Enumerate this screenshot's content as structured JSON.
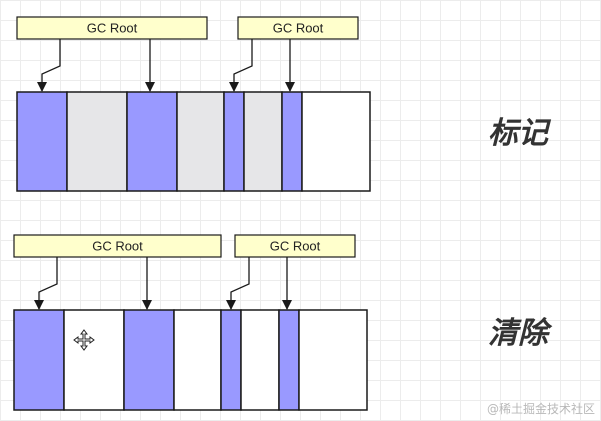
{
  "colors": {
    "live": "#9999ff",
    "garbage": "#e6e6e8",
    "free": "#ffffff",
    "root_fill": "#ffffcc",
    "stroke": "#1a1a1a"
  },
  "phases": [
    {
      "label": "标记",
      "roots": [
        {
          "label": "GC Root",
          "targets": [
            0,
            2
          ]
        },
        {
          "label": "GC Root",
          "targets": [
            4,
            6
          ]
        }
      ],
      "cells": [
        {
          "state": "live",
          "size": 50
        },
        {
          "state": "garbage",
          "size": 60
        },
        {
          "state": "live",
          "size": 50
        },
        {
          "state": "garbage",
          "size": 47
        },
        {
          "state": "live",
          "size": 20
        },
        {
          "state": "garbage",
          "size": 38
        },
        {
          "state": "live",
          "size": 20
        },
        {
          "state": "free",
          "size": 68
        }
      ]
    },
    {
      "label": "清除",
      "roots": [
        {
          "label": "GC Root",
          "targets": [
            0,
            2
          ]
        },
        {
          "label": "GC Root",
          "targets": [
            4,
            6
          ]
        }
      ],
      "cells": [
        {
          "state": "live",
          "size": 50
        },
        {
          "state": "free",
          "size": 60
        },
        {
          "state": "live",
          "size": 50
        },
        {
          "state": "free",
          "size": 47
        },
        {
          "state": "live",
          "size": 20
        },
        {
          "state": "free",
          "size": 38
        },
        {
          "state": "live",
          "size": 20
        },
        {
          "state": "free",
          "size": 68
        }
      ]
    }
  ],
  "watermark": "@稀土掘金技术社区",
  "cursor_icon": "move-cursor-icon"
}
